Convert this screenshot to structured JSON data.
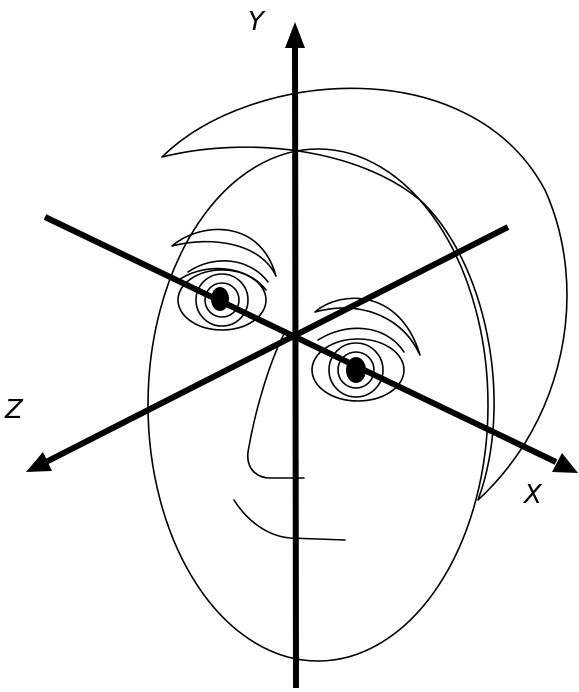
{
  "axes": {
    "y_label": "Y",
    "z_label": "Z",
    "x_label": "X"
  },
  "colors": {
    "ink": "#000000",
    "background": "#ffffff"
  }
}
